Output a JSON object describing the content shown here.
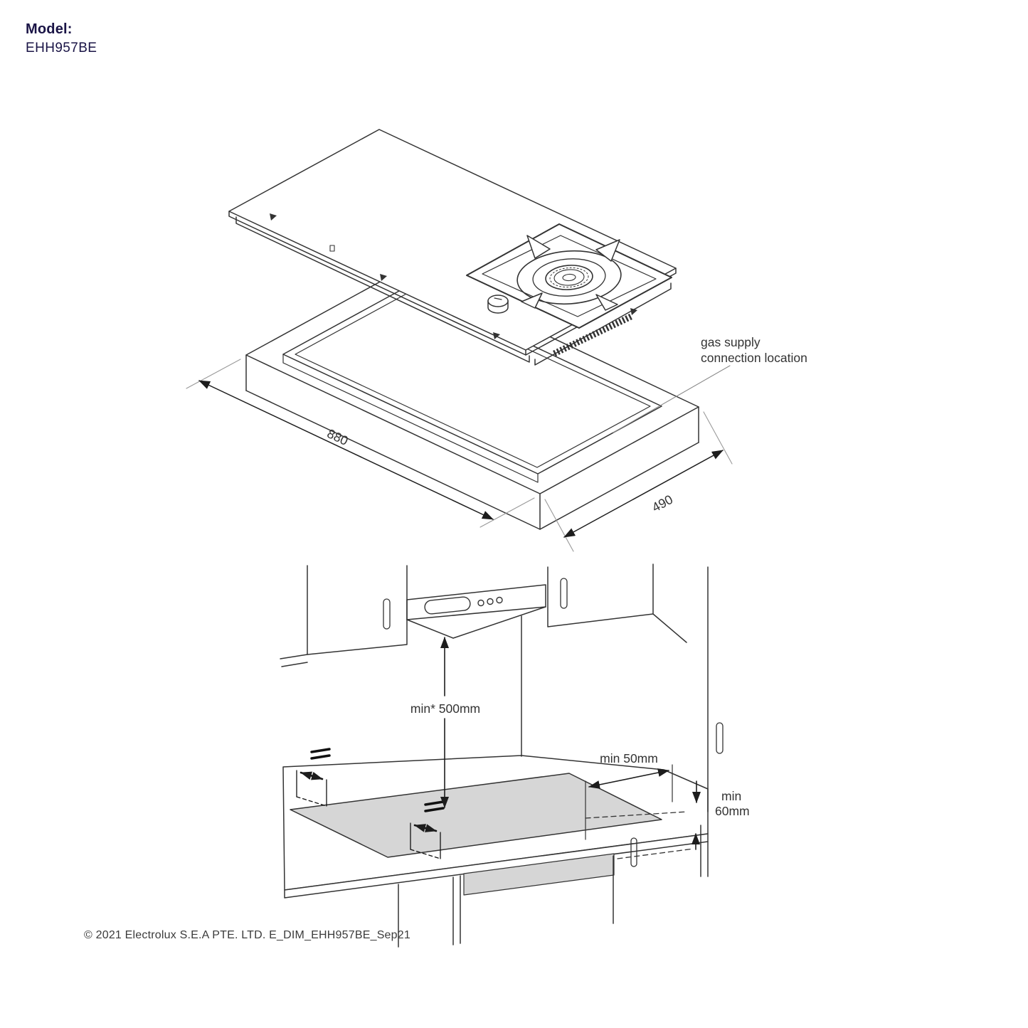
{
  "header": {
    "model_label": "Model:",
    "model_number": "EHH957BE"
  },
  "top_diagram": {
    "description": "exploded isometric view of domino gas hob above countertop cutout",
    "gas_label_line1": "gas supply",
    "gas_label_line2": "connection location",
    "dim_width": "880",
    "dim_depth": "490"
  },
  "bottom_diagram": {
    "description": "installation clearance side view with range hood and cabinets",
    "hood_clearance": "min* 500mm",
    "wall_clearance": "min 50mm",
    "thickness_line1": "min",
    "thickness_line2": "60mm"
  },
  "footer": {
    "copyright": "© 2021 Electrolux S.E.A PTE. LTD.  E_DIM_EHH957BE_Sep21"
  },
  "colors": {
    "brand_navy": "#1a1446",
    "line": "#333333",
    "light_line": "#999999",
    "hob_fill": "#d6d6d6",
    "text": "#3a3a3a"
  }
}
